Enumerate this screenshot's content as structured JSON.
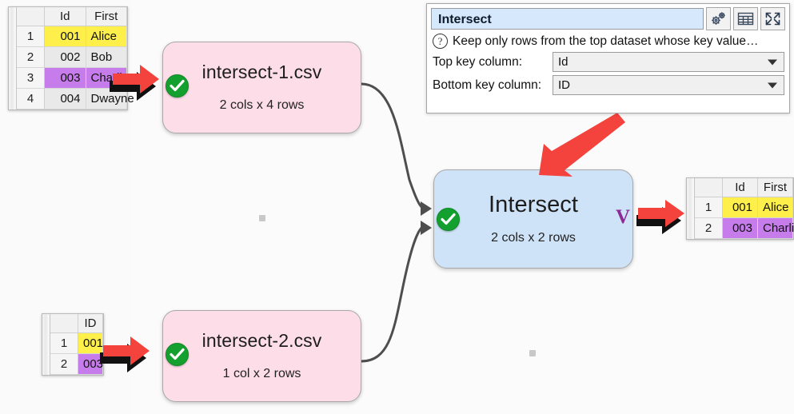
{
  "panel": {
    "title_value": "Intersect",
    "hint_icon": "question-mark-icon",
    "hint_text": "Keep only rows from the top dataset whose key value…",
    "toolbar": [
      {
        "name": "settings-gears-icon",
        "label": "gears"
      },
      {
        "name": "table-view-icon",
        "label": "table"
      },
      {
        "name": "expand-fullscreen-icon",
        "label": "expand"
      }
    ],
    "fields": [
      {
        "label": "Top key column:",
        "value": "Id",
        "name": "top-key-column"
      },
      {
        "label": "Bottom key column:",
        "value": "ID",
        "name": "bottom-key-column"
      }
    ]
  },
  "tables": {
    "left": {
      "headers": [
        "",
        "Id",
        "First"
      ],
      "rows": [
        {
          "index": "1",
          "cells": [
            "001",
            "Alice"
          ],
          "fill": "yellow"
        },
        {
          "index": "2",
          "cells": [
            "002",
            "Bob"
          ],
          "fill": "plain"
        },
        {
          "index": "3",
          "cells": [
            "003",
            "Charlie"
          ],
          "fill": "purple"
        },
        {
          "index": "4",
          "cells": [
            "004",
            "Dwayne"
          ],
          "fill": "plain"
        }
      ]
    },
    "bottom": {
      "headers": [
        "",
        "ID"
      ],
      "rows": [
        {
          "index": "1",
          "cells": [
            "001"
          ],
          "fill": "yellow"
        },
        {
          "index": "2",
          "cells": [
            "003"
          ],
          "fill": "purple"
        }
      ]
    },
    "right": {
      "headers": [
        "",
        "Id",
        "First"
      ],
      "rows": [
        {
          "index": "1",
          "cells": [
            "001",
            "Alice"
          ],
          "fill": "yellow"
        },
        {
          "index": "2",
          "cells": [
            "003",
            "Charlie"
          ],
          "fill": "purple"
        }
      ]
    }
  },
  "nodes": {
    "csv1": {
      "title": "intersect-1.csv",
      "subtitle": "2 cols x 4 rows",
      "status": "ok"
    },
    "csv2": {
      "title": "intersect-2.csv",
      "subtitle": "1 col x 2 rows",
      "status": "ok"
    },
    "intersect": {
      "title": "Intersect",
      "subtitle": "2 cols x 2 rows",
      "status": "ok",
      "badge": "V"
    }
  },
  "colors": {
    "node_pink": "#fcdde8",
    "node_blue": "#cfe3f8",
    "status_green": "#14a02e",
    "highlight_yellow": "#ffef4a",
    "highlight_purple": "#c77ceb",
    "annotation_red": "#f4423c",
    "title_field_blue": "#d6e8fb",
    "badge_purple": "#8e2a96"
  }
}
